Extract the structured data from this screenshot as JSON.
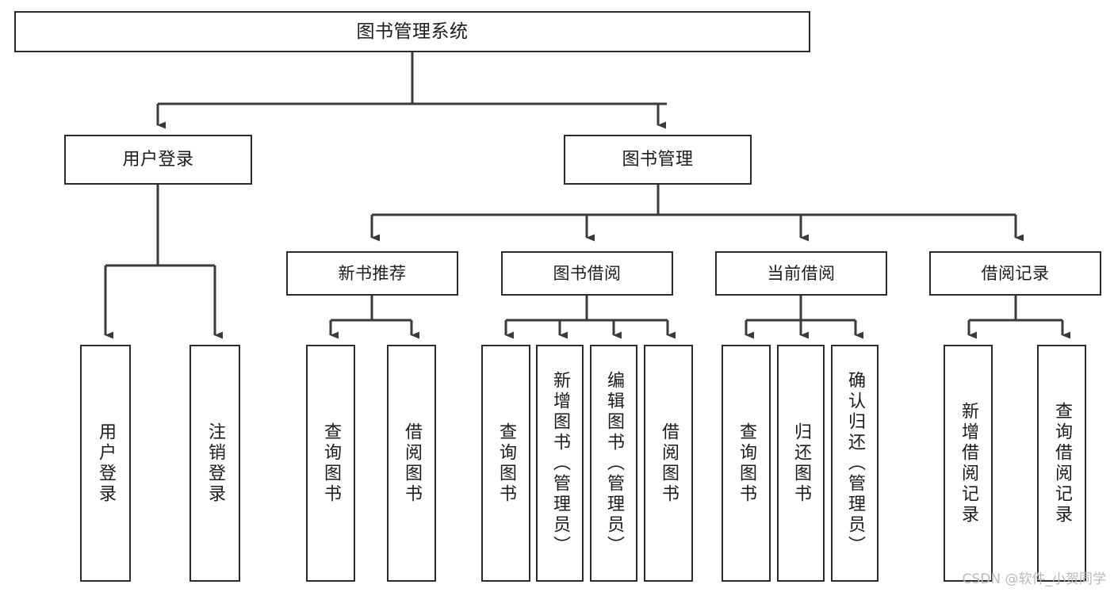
{
  "diagram": {
    "title": "图书管理系统",
    "type": "tree-hierarchy-diagram",
    "watermark": "CSDN @软件_小贺同学",
    "colors": {
      "border": "#2b2b2b",
      "box_fill": "#ffffff",
      "connector": "#3a3a3a",
      "text": "#1b1b1b",
      "watermark": "#b9b9b9",
      "background": "#ffffff"
    },
    "root": {
      "id": "root",
      "label": "图书管理系统"
    },
    "level2": [
      {
        "id": "user-login",
        "label": "用户登录"
      },
      {
        "id": "book-management",
        "label": "图书管理"
      }
    ],
    "level3": [
      {
        "id": "new-book-recommend",
        "label": "新书推荐",
        "parent": "book-management"
      },
      {
        "id": "book-borrow",
        "label": "图书借阅",
        "parent": "book-management"
      },
      {
        "id": "current-borrow",
        "label": "当前借阅",
        "parent": "book-management"
      },
      {
        "id": "borrow-record",
        "label": "借阅记录",
        "parent": "book-management"
      }
    ],
    "leaves": [
      {
        "id": "leaf-user-login",
        "label": "用户登录",
        "parent": "user-login"
      },
      {
        "id": "leaf-logout-login",
        "label": "注销登录",
        "parent": "user-login"
      },
      {
        "id": "leaf-query-book-1",
        "label": "查询图书",
        "parent": "new-book-recommend"
      },
      {
        "id": "leaf-borrow-book-1",
        "label": "借阅图书",
        "parent": "new-book-recommend"
      },
      {
        "id": "leaf-query-book-2",
        "label": "查询图书",
        "parent": "book-borrow"
      },
      {
        "id": "leaf-add-book-admin",
        "label": "新增图书（管理员）",
        "parent": "book-borrow"
      },
      {
        "id": "leaf-edit-book-admin",
        "label": "编辑图书（管理员）",
        "parent": "book-borrow"
      },
      {
        "id": "leaf-borrow-book-2",
        "label": "借阅图书",
        "parent": "book-borrow"
      },
      {
        "id": "leaf-query-book-3",
        "label": "查询图书",
        "parent": "current-borrow"
      },
      {
        "id": "leaf-return-book",
        "label": "归还图书",
        "parent": "current-borrow"
      },
      {
        "id": "leaf-confirm-return-admin",
        "label": "确认归还（管理员）",
        "parent": "current-borrow"
      },
      {
        "id": "leaf-add-borrow-record",
        "label": "新增借阅记录",
        "parent": "borrow-record"
      },
      {
        "id": "leaf-query-borrow-record",
        "label": "查询借阅记录",
        "parent": "borrow-record"
      }
    ]
  }
}
